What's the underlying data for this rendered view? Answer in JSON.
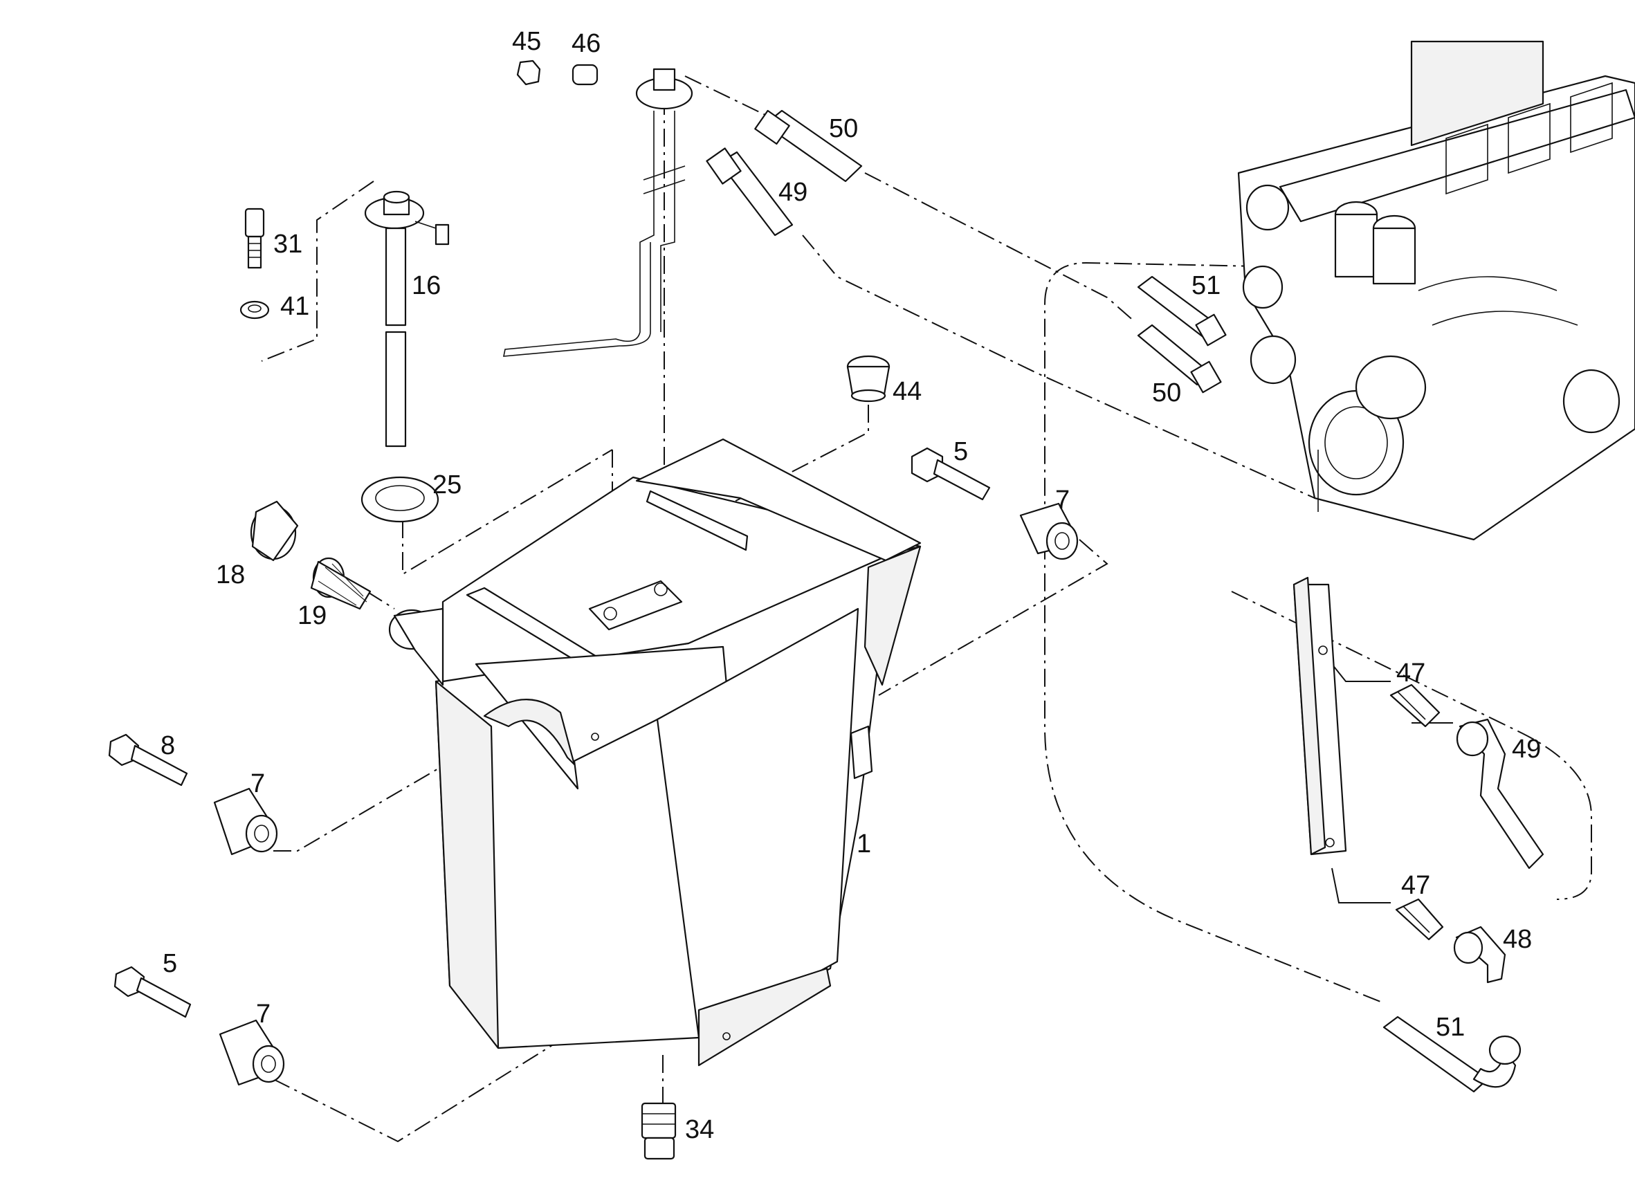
{
  "diagram": {
    "callouts": [
      {
        "id": "c45",
        "text": "45"
      },
      {
        "id": "c46",
        "text": "46"
      },
      {
        "id": "c50a",
        "text": "50"
      },
      {
        "id": "c49a",
        "text": "49"
      },
      {
        "id": "c31",
        "text": "31"
      },
      {
        "id": "c16",
        "text": "16"
      },
      {
        "id": "c41",
        "text": "41"
      },
      {
        "id": "c51a",
        "text": "51"
      },
      {
        "id": "c50b",
        "text": "50"
      },
      {
        "id": "c44",
        "text": "44"
      },
      {
        "id": "c5a",
        "text": "5"
      },
      {
        "id": "c25",
        "text": "25"
      },
      {
        "id": "c7a",
        "text": "7"
      },
      {
        "id": "c18",
        "text": "18"
      },
      {
        "id": "c19",
        "text": "19"
      },
      {
        "id": "c47a",
        "text": "47"
      },
      {
        "id": "c8",
        "text": "8"
      },
      {
        "id": "c49b",
        "text": "49"
      },
      {
        "id": "c7b",
        "text": "7"
      },
      {
        "id": "c1",
        "text": "1"
      },
      {
        "id": "c47b",
        "text": "47"
      },
      {
        "id": "c48",
        "text": "48"
      },
      {
        "id": "c5b",
        "text": "5"
      },
      {
        "id": "c7c",
        "text": "7"
      },
      {
        "id": "c51b",
        "text": "51"
      },
      {
        "id": "c34",
        "text": "34"
      }
    ]
  }
}
